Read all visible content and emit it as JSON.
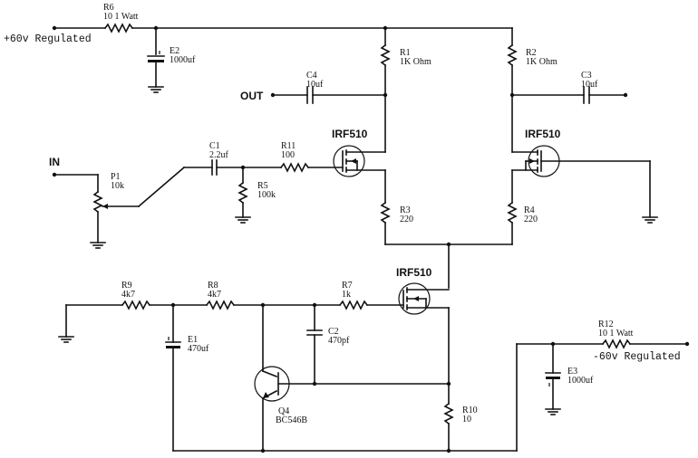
{
  "rails": {
    "pos": "+60v Regulated",
    "neg": "-60v Regulated"
  },
  "ports": {
    "in": "IN",
    "out": "OUT"
  },
  "components": {
    "r6": {
      "ref": "R6",
      "value": "10 1 Watt"
    },
    "e2": {
      "ref": "E2",
      "value": "1000uf"
    },
    "r1": {
      "ref": "R1",
      "value": "1K Ohm"
    },
    "r2": {
      "ref": "R2",
      "value": "1K Ohm"
    },
    "c4": {
      "ref": "C4",
      "value": "10uf"
    },
    "c3": {
      "ref": "C3",
      "value": "10uf"
    },
    "q1": {
      "ref": "IRF510"
    },
    "q2": {
      "ref": "IRF510"
    },
    "q3": {
      "ref": "IRF510"
    },
    "c1": {
      "ref": "C1",
      "value": "2.2uf"
    },
    "r11": {
      "ref": "R11",
      "value": "100"
    },
    "r5": {
      "ref": "R5",
      "value": "100k"
    },
    "p1": {
      "ref": "P1",
      "value": "10k"
    },
    "r3": {
      "ref": "R3",
      "value": "220"
    },
    "r4": {
      "ref": "R4",
      "value": "220"
    },
    "r9": {
      "ref": "R9",
      "value": "4k7"
    },
    "r8": {
      "ref": "R8",
      "value": "4k7"
    },
    "r7": {
      "ref": "R7",
      "value": "1k"
    },
    "c2": {
      "ref": "C2",
      "value": "470pf"
    },
    "e1": {
      "ref": "E1",
      "value": "470uf"
    },
    "q4": {
      "ref": "Q4",
      "value": "BC546B"
    },
    "r10": {
      "ref": "R10",
      "value": "10"
    },
    "r12": {
      "ref": "R12",
      "value": "10 1 Watt"
    },
    "e3": {
      "ref": "E3",
      "value": "1000uf"
    }
  }
}
